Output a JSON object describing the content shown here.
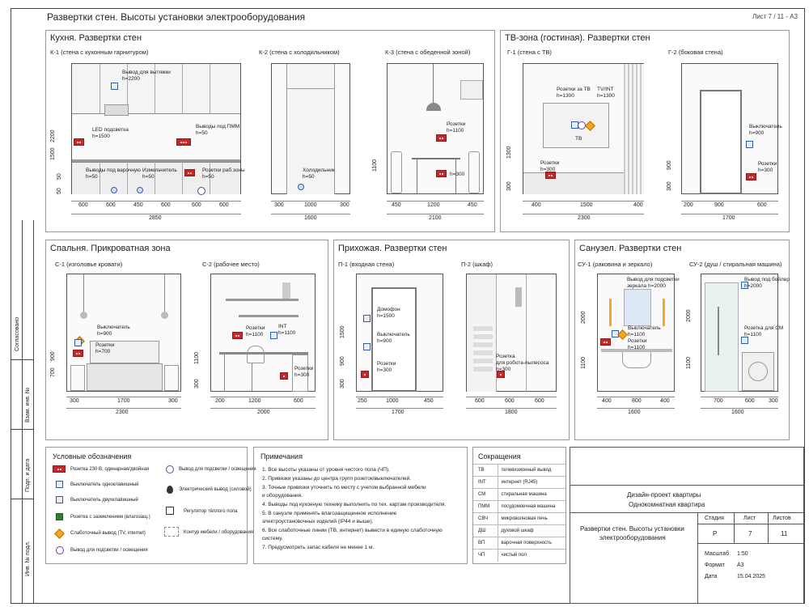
{
  "header": {
    "title": "Развертки стен. Высоты установки электрооборудования",
    "sheet": "Лист 7 / 11 - А3"
  },
  "sidebar": {
    "agreed": "Согласовано",
    "inv_replace": "Взам. инв. №",
    "sign_date": "Подп. и дата",
    "inv_orig": "Инв. № подл."
  },
  "kitchen": {
    "title": "Кухня. Развертки стен",
    "k1": "К-1 (стена с кухонным гарнитуром)",
    "k2": "К-2 (стена с холодильником)",
    "k3": "К-3 (стена с обеденной зоной)",
    "k1_hood": "Вывод для вытяжки",
    "k1_hood_h": "h=2200",
    "k1_led": "LED подсветка",
    "k1_led_h": "h=1500",
    "k1_pmm": "Выводы под ПММ",
    "k1_pmm_h": "h=50",
    "k1_hob": "Выводы под варочную",
    "k1_hob_h": "h=50",
    "k1_grinder": "Измельчитель",
    "k1_grinder_h": "h=50",
    "k1_work": "Розетки раб.зоны",
    "k1_work_h": "h=50",
    "k1_v1": "2200",
    "k1_v2": "1500",
    "k1_v3": "50",
    "k1_v4": "50",
    "k1_dims": [
      "600",
      "600",
      "450",
      "600",
      "600",
      "600"
    ],
    "k1_total": "2850",
    "k2_fridge": "Холодильник",
    "k2_fridge_h": "h=50",
    "k2_dims": [
      "300",
      "1000",
      "300"
    ],
    "k2_total": "1600",
    "k3_sock1": "Розетки",
    "k3_sock1_h": "h=1100",
    "k3_sock2_h": "h=300",
    "k3_v": "1100",
    "k3_dims": [
      "450",
      "1200",
      "450"
    ],
    "k3_total": "2100"
  },
  "tv": {
    "title": "ТВ-зона (гостиная). Развертки стен",
    "g1": "Г-1 (стена с ТВ)",
    "g2": "Г-2 (боковая стена)",
    "g1_tvsock": "Розетки за ТВ",
    "g1_tvsock_h": "h=1300",
    "g1_tvint": "TV/INT",
    "g1_tvint_h": "h=1300",
    "g1_tv": "ТВ",
    "g1_low": "Розетки",
    "g1_low_h": "h=300",
    "g1_v1": "1300",
    "g1_v2": "300",
    "g1_dims": [
      "400",
      "1500",
      "400"
    ],
    "g1_total": "2300",
    "g2_sw": "Выключатель",
    "g2_sw_h": "h=900",
    "g2_sock": "Розетки",
    "g2_sock_h": "h=300",
    "g2_v1": "900",
    "g2_v2": "300",
    "g2_dims": [
      "200",
      "900",
      "600"
    ],
    "g2_total": "1700"
  },
  "bedroom": {
    "title": "Спальня. Прикроватная зона",
    "s1": "С-1 (изголовье кровати)",
    "s2": "С-2 (рабочее место)",
    "s1_sw": "Выключатель",
    "s1_sw_h": "h=900",
    "s1_sock": "Розетки",
    "s1_sock_h": "h=700",
    "s1_v1": "700",
    "s1_v2": "900",
    "s1_dims": [
      "300",
      "1700",
      "300"
    ],
    "s1_total": "2300",
    "s2_sock1": "Розетки",
    "s2_sock1_h": "h=1100",
    "s2_int": "INT",
    "s2_int_h": "h=1100",
    "s2_sock2": "Розетки",
    "s2_sock2_h": "h=300",
    "s2_v1": "1100",
    "s2_v2": "300",
    "s2_dims": [
      "200",
      "1200",
      "600"
    ],
    "s2_total": "2000"
  },
  "hall": {
    "title": "Прихожая. Развертки стен",
    "p1": "П-1 (входная стена)",
    "p2": "П-2 (шкаф)",
    "p1_intercom": "Домофон",
    "p1_intercom_h": "h=1500",
    "p1_sw": "Выключатель",
    "p1_sw_h": "h=900",
    "p1_sock": "Розетки",
    "p1_sock_h": "h=300",
    "p1_v1": "1500",
    "p1_v2": "900",
    "p1_v3": "300",
    "p1_dims": [
      "250",
      "1000",
      "450"
    ],
    "p1_total": "1700",
    "p2_robot": "Розетка",
    "p2_robot2": "для робота-пылесоса",
    "p2_robot_h": "h=300",
    "p2_dims": [
      "600",
      "600",
      "600"
    ],
    "p2_total": "1800"
  },
  "bath": {
    "title": "Санузел. Развертки стен",
    "su1": "СУ-1 (раковина и зеркало)",
    "su2": "СУ-2 (душ / стиральная машина)",
    "su1_mirror": "Вывод для подсветки",
    "su1_mirror2": "зеркала h=2000",
    "su1_sw": "Выключатель",
    "su1_sw_h": "h=1100",
    "su1_sock": "Розетки",
    "su1_sock_h": "h=1100",
    "su1_v1": "2000",
    "su1_v2": "1100",
    "su1_dims": [
      "400",
      "800",
      "400"
    ],
    "su1_total": "1600",
    "su2_boiler": "Вывод под бойлер",
    "su2_boiler_h": "h=2000",
    "su2_wm": "Розетка для СМ",
    "su2_wm_h": "h=1100",
    "su2_v1": "2000",
    "su2_v2": "1100",
    "su2_dims": [
      "700",
      "600",
      "300"
    ],
    "su2_total": "1600"
  },
  "legend": {
    "title": "Условные обозначения",
    "items": [
      "Розетка 230 В, одинарная/двойная",
      "Выключатель одноклавишный",
      "Выключатель двухклавишный",
      "Розетка с заземлением (влагозащ.)",
      "Слаботочный вывод (TV, internet)",
      "Вывод для подсветки / освещения",
      "Вывод для подсветки / освещения",
      "Электрический вывод (силовой)",
      "Регулятор тёплого пола",
      "Контур мебели / оборудования"
    ]
  },
  "notes": {
    "title": "Примечания",
    "items": [
      "1.  Все высоты указаны от уровня чистого пола (ЧП).",
      "2.  Привязки указаны до центра групп розеток/выключателей.",
      "3.  Точные привязки уточнить по месту с учетом выбранной мебели",
      "     и оборудования.",
      "4.  Выводы под кухонную технику выполнить по тех. картам производителя.",
      "5.  В санузле применять влагозащищенное исполнение",
      "     электроустановочных изделий (IP44 и выше).",
      "6.  Все слаботочные линии (ТВ, интернет) вывести в единую слаботочную",
      "     систему.",
      "7.  Предусмотреть запас кабеля не менее 1 м."
    ]
  },
  "abbr": {
    "title": "Сокращения",
    "items": [
      [
        "ТВ",
        "телевизионный вывод"
      ],
      [
        "INT",
        "интернет (RJ45)"
      ],
      [
        "СМ",
        "стиральная машина"
      ],
      [
        "ПММ",
        "посудомоечная машина"
      ],
      [
        "СВЧ",
        "микроволновая печь"
      ],
      [
        "ДШ",
        "духовой шкаф"
      ],
      [
        "ВП",
        "варочная поверхность"
      ],
      [
        "ЧП",
        "чистый пол"
      ]
    ]
  },
  "stamp": {
    "project": "Дизайн-проект квартиры",
    "project2": "Однокомнатная квартира",
    "sheet_title": "Развертки стен. Высоты установки",
    "sheet_title2": "электрооборудования",
    "h_stage": "Стадия",
    "h_sheet": "Лист",
    "h_sheets": "Листов",
    "stage": "Р",
    "sheet": "7",
    "sheets": "11",
    "scale_l": "Масштаб",
    "scale": "1:50",
    "format_l": "Формат",
    "format": "А3",
    "date_l": "Дата",
    "date": "15.04.2025"
  }
}
